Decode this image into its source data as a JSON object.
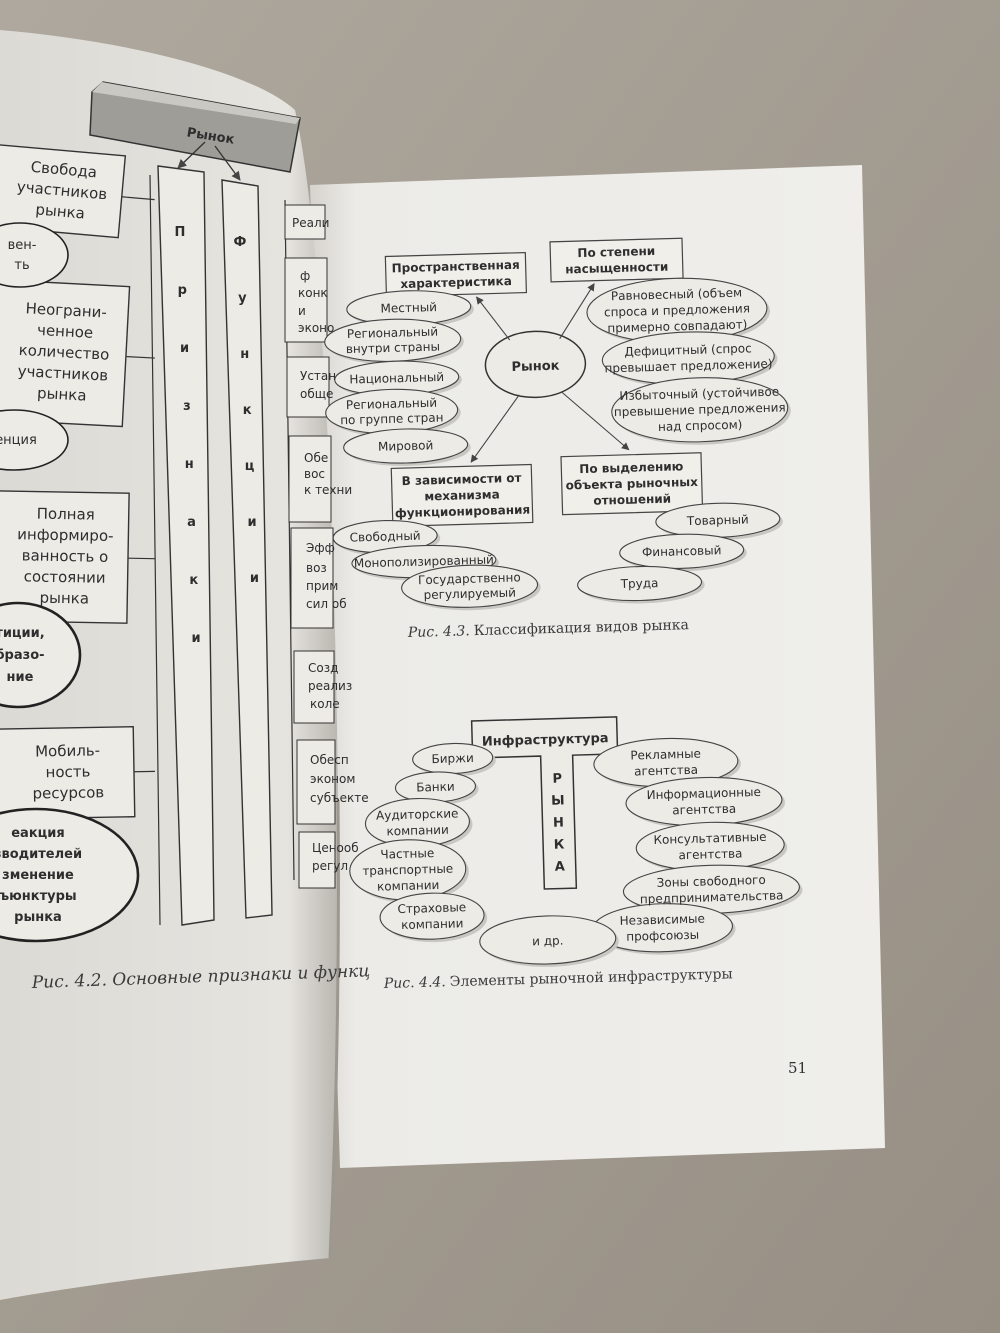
{
  "left_page": {
    "header": "Рынок",
    "column_signs": [
      "П",
      "р",
      "и",
      "з",
      "н",
      "а",
      "к",
      "и"
    ],
    "column_functions": [
      "Ф",
      "у",
      "н",
      "к",
      "ц",
      "и",
      "и"
    ],
    "boxes": [
      [
        "Свобода",
        "участников",
        "рынка"
      ],
      [
        "Неограни-",
        "ченное",
        "количество",
        "участников",
        "рынка"
      ],
      [
        "Полная",
        "информиро-",
        "ванность о",
        "состоянии",
        "рынка"
      ],
      [
        "Мобиль-",
        "ность",
        "ресурсов"
      ]
    ],
    "ovals": [
      [
        "вен-",
        "ть"
      ],
      [
        "енция"
      ],
      [
        "тиции,",
        "бразо-",
        "ние"
      ],
      [
        "еакция",
        "зводителей",
        "зменение",
        "ъюнктуры",
        "рынка"
      ]
    ],
    "right_fragments": [
      "Реали",
      "ф",
      "конк",
      "и",
      "эконо",
      "Устан",
      "обще",
      "Обе",
      "вос",
      "к техни",
      "Эфф",
      "воз",
      "прим",
      "сил об",
      "Созд",
      "реализ",
      "коле",
      "Обесп",
      "эконом",
      "субъекте",
      "Ценооб",
      "регул"
    ],
    "caption": "Рис. 4.2. Основные признаки и функц"
  },
  "fig43": {
    "center": "Рынок",
    "box_spatial": [
      "Пространственная",
      "характеристика"
    ],
    "box_saturation": [
      "По степени",
      "насыщенности"
    ],
    "box_mechanism": [
      "В зависимости от",
      "механизма",
      "функционирования"
    ],
    "box_object": [
      "По выделению",
      "объекта рыночных",
      "отношений"
    ],
    "spatial_items": [
      [
        "Местный"
      ],
      [
        "Региональный",
        "внутри страны"
      ],
      [
        "Национальный"
      ],
      [
        "Региональный",
        "по группе стран"
      ],
      [
        "Мировой"
      ]
    ],
    "saturation_items": [
      [
        "Равновесный (объем",
        "спроса и предложения",
        "примерно совпадают)"
      ],
      [
        "Дефицитный (спрос",
        "превышает предложение)"
      ],
      [
        "Избыточный (устойчивое",
        "превышение предложения",
        "над спросом)"
      ]
    ],
    "mechanism_items": [
      [
        "Свободный"
      ],
      [
        "Монополизированный"
      ],
      [
        "Государственно",
        "регулируемый"
      ]
    ],
    "object_items": [
      [
        "Товарный"
      ],
      [
        "Финансовый"
      ],
      [
        "Труда"
      ]
    ],
    "caption_label": "Рис. 4.3.",
    "caption_text": "Классификация видов рынка"
  },
  "fig44": {
    "title": "Инфраструктура",
    "stem": [
      "Р",
      "Ы",
      "Н",
      "К",
      "А"
    ],
    "left_items": [
      [
        "Биржи"
      ],
      [
        "Банки"
      ],
      [
        "Аудиторские",
        "компании"
      ],
      [
        "Частные",
        "транспортные",
        "компании"
      ],
      [
        "Страховые",
        "компании"
      ]
    ],
    "right_items": [
      [
        "Рекламные",
        "агентства"
      ],
      [
        "Информационные",
        "агентства"
      ],
      [
        "Консультативные",
        "агентства"
      ],
      [
        "Зоны свободного",
        "предпринимательства"
      ],
      [
        "Независимые",
        "профсоюзы"
      ]
    ],
    "bottom_item": "и др.",
    "caption_label": "Рис. 4.4.",
    "caption_text": "Элементы рыночной инфраструктуры"
  },
  "page_number": "51"
}
